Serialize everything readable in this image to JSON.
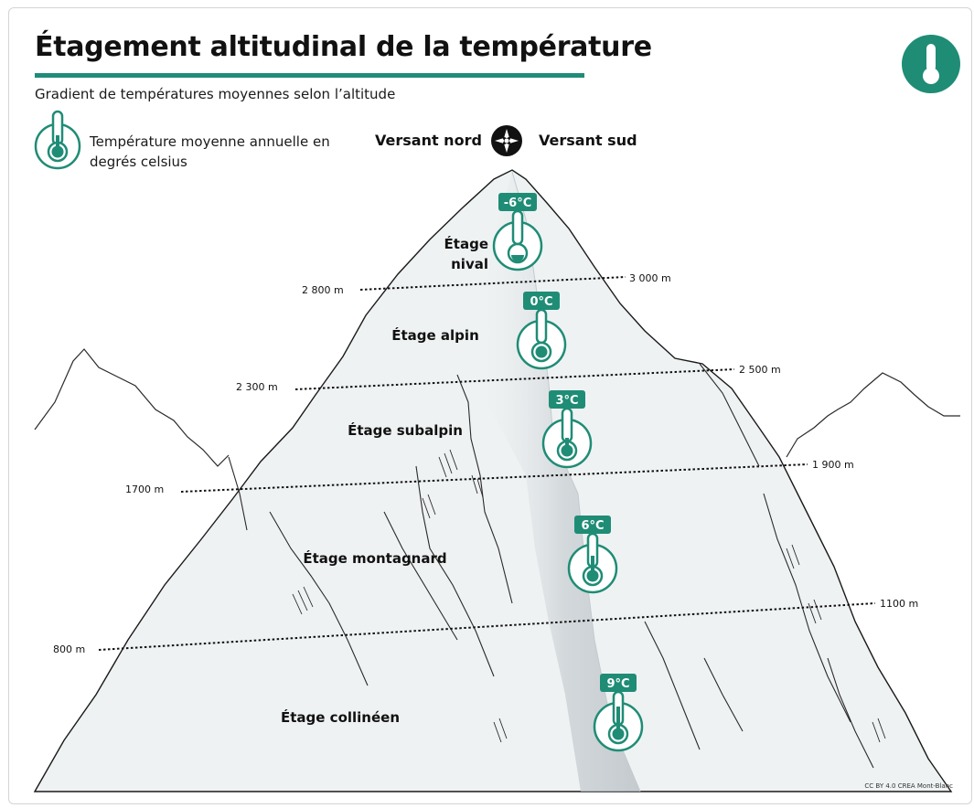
{
  "title": "Étagement altitudinal de la température",
  "subtitle": "Gradient de températures moyennes selon l’altitude",
  "legend": {
    "icon": "thermometer-icon",
    "text": "Température moyenne annuelle en degrés celsius"
  },
  "orientation": {
    "north_label": "Versant nord",
    "south_label": "Versant sud",
    "icon": "compass-rose-icon"
  },
  "header_icon": "thermometer-icon",
  "floors": [
    {
      "name_line1": "Étage",
      "name_line2": "nival",
      "temperature": "-6°C"
    },
    {
      "name": "Étage alpin",
      "temperature": "0°C"
    },
    {
      "name": "Étage subalpin",
      "temperature": "3°C"
    },
    {
      "name": "Étage montagnard",
      "temperature": "6°C"
    },
    {
      "name": "Étage collinéen",
      "temperature": "9°C"
    }
  ],
  "boundaries": [
    {
      "north": "2 800 m",
      "south": "3 000 m"
    },
    {
      "north": "2 300 m",
      "south": "2 500 m"
    },
    {
      "north": "1700 m",
      "south": "1 900 m"
    },
    {
      "north": "800 m",
      "south": "1100 m"
    }
  ],
  "credit": "CC BY 4.0 CREA Mont-Blanc",
  "colors": {
    "accent": "#1f8c76",
    "mountain_fill": "#f1f3f4",
    "shadow": "#c7cdd1",
    "outline": "#1a1a1a"
  }
}
